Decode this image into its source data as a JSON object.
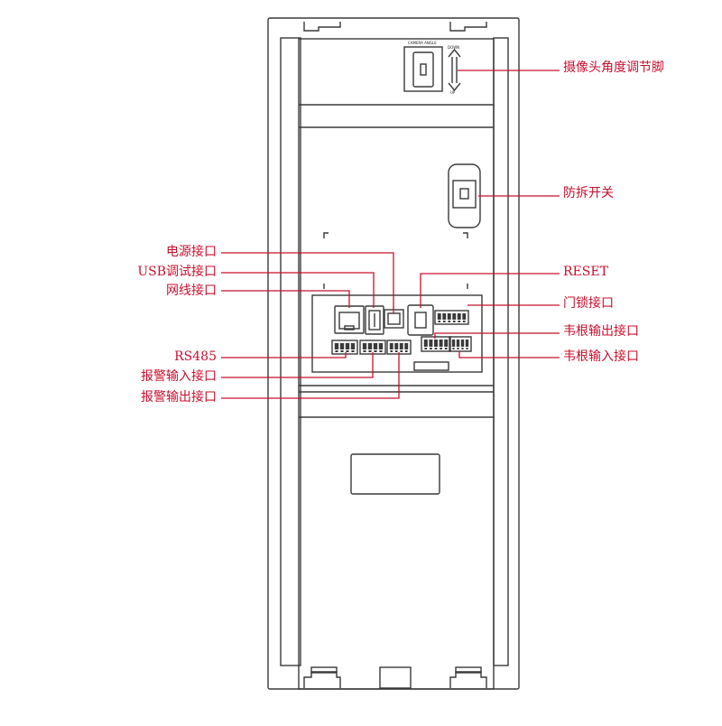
{
  "colors": {
    "outline": "#3a3a3a",
    "leader": "#c8102e",
    "label_text": "#c8102e",
    "background": "#ffffff"
  },
  "device": {
    "camera_angle_text": "CAMERA ANGLE",
    "down_text": "DOWN",
    "up_text": "UP"
  },
  "labels": {
    "camera_angle_adjust": "摄像头角度调节脚",
    "tamper_switch": "防拆开关",
    "power_port": "电源接口",
    "usb_debug_port": "USB调试接口",
    "network_port": "网线接口",
    "reset": "RESET",
    "door_lock_port": "门锁接口",
    "wiegand_output_port": "韦根输出接口",
    "wiegand_input_port": "韦根输入接口",
    "rs485": "RS485",
    "alarm_input_port": "报警输入接口",
    "alarm_output_port": "报警输出接口"
  }
}
